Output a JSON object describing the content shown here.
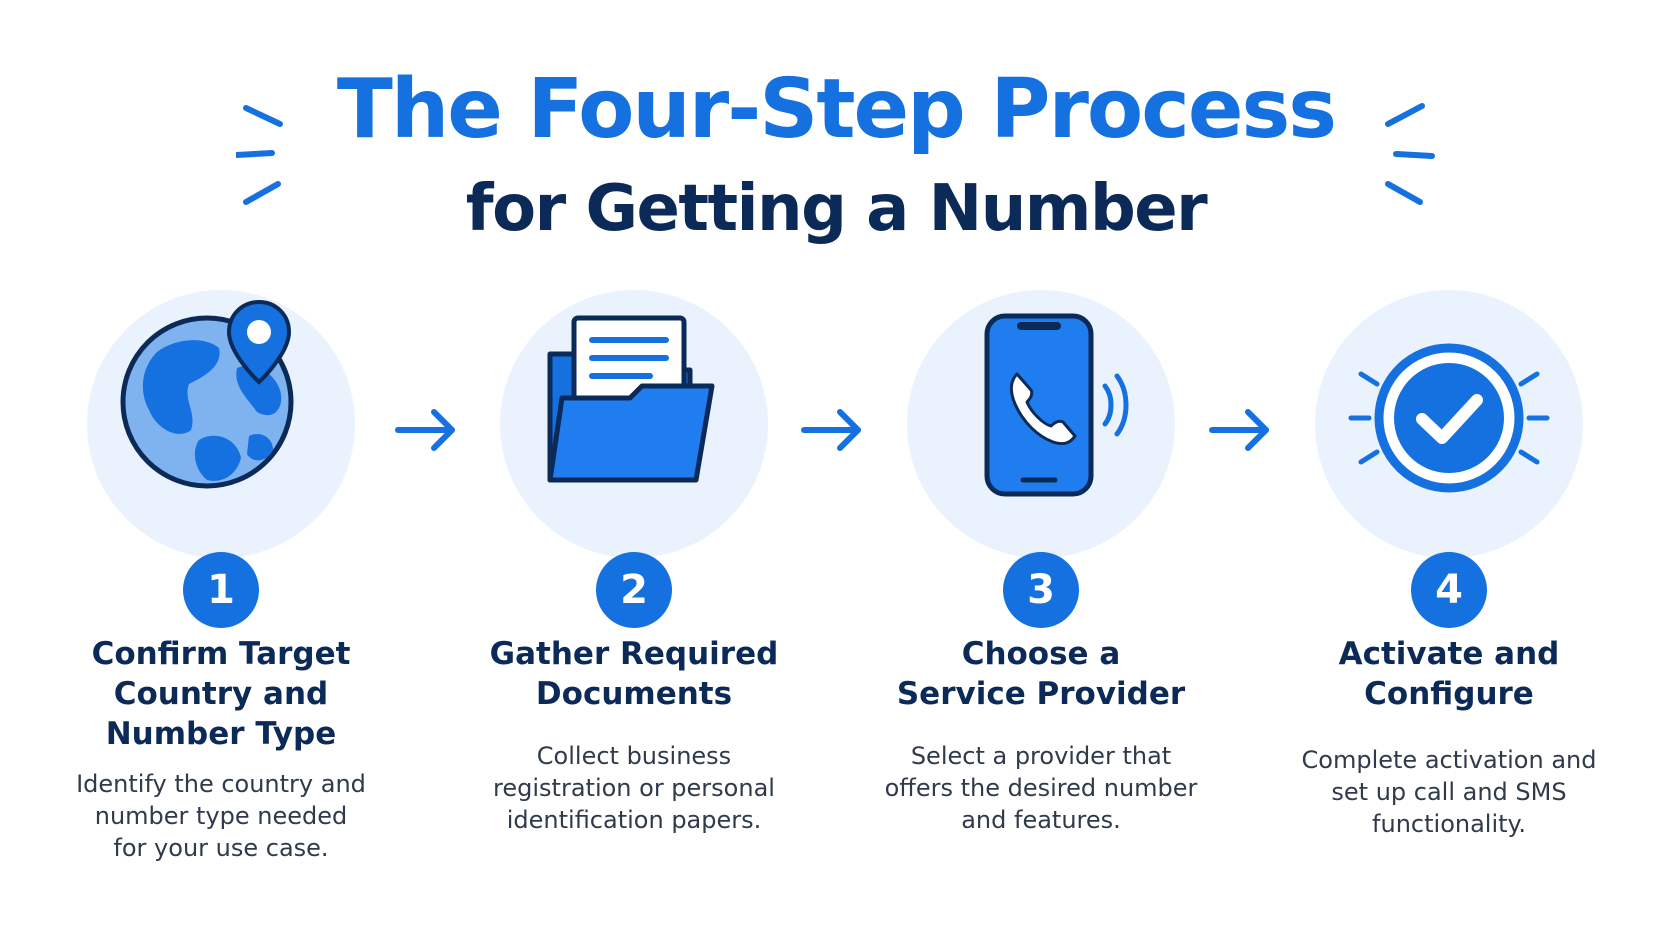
{
  "header": {
    "title_line1": "The Four-Step Process",
    "title_line2": "for Getting a Number"
  },
  "colors": {
    "primary_blue": "#1570e0",
    "navy": "#0c2a58",
    "light_blue_fill": "#e9f2fd",
    "body_text": "#2f3b4c"
  },
  "steps": [
    {
      "number": "1",
      "title_lines": [
        "Confirm Target",
        "Country and",
        "Number Type"
      ],
      "description_lines": [
        "Identify the country and",
        "number type needed",
        "for your use case."
      ],
      "icon": "globe-with-location-pin-icon"
    },
    {
      "number": "2",
      "title_lines": [
        "Gather Required",
        "Documents"
      ],
      "description_lines": [
        "Collect business",
        "registration or personal",
        "identification papers."
      ],
      "icon": "folder-with-document-icon"
    },
    {
      "number": "3",
      "title_lines": [
        "Choose a",
        "Service Provider"
      ],
      "description_lines": [
        "Select a provider that",
        "offers the desired number",
        "and features."
      ],
      "icon": "smartphone-call-icon"
    },
    {
      "number": "4",
      "title_lines": [
        "Activate and",
        "Configure"
      ],
      "description_lines": [
        "Complete activation and",
        "set up call and SMS",
        "functionality."
      ],
      "icon": "checkmark-badge-icon"
    }
  ],
  "connectors": [
    "arrow-right-icon",
    "arrow-right-icon",
    "arrow-right-icon"
  ]
}
